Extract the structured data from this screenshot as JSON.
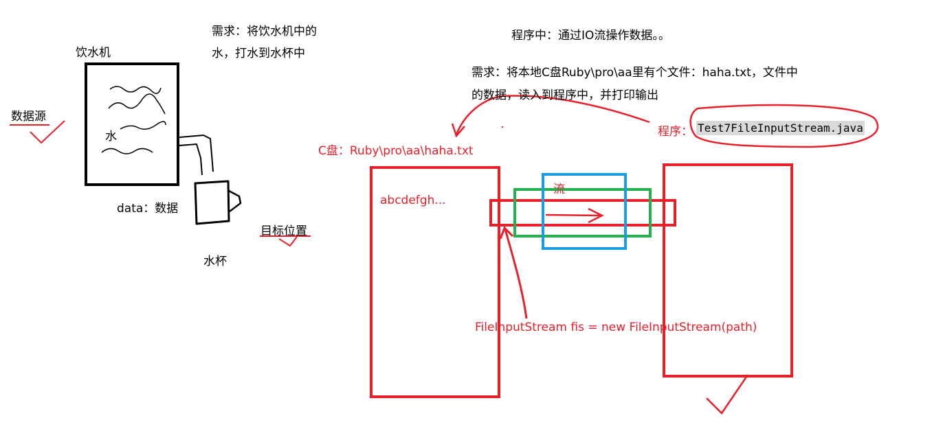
{
  "left_scene": {
    "requirement_line1": "需求：将饮水机中的",
    "requirement_line2": "水，打水到水杯中",
    "dispenser_label": "饮水机",
    "water_label": "水",
    "source_label": "数据源",
    "data_label": "data：数据",
    "target_label": "目标位置",
    "cup_label": "水杯"
  },
  "right_scene": {
    "intro": "程序中：通过IO流操作数据。。",
    "requirement_line1": "需求：将本地C盘Ruby\\pro\\aa里有个文件：haha.txt，文件中",
    "requirement_line2": "的数据，读入到程序中，并打印输出",
    "file_path": "C盘：Ruby\\pro\\aa\\haha.txt",
    "program_prefix": "程序：",
    "program_name": "Test7FileInputStream.java",
    "file_content": "abcdefgh...",
    "stream_label": "流",
    "code_line": "FileInputStream fis = new FileInputStream(path)"
  },
  "colors": {
    "red": "#e8202a",
    "green": "#22b14c",
    "blue": "#1b9be0",
    "black": "#000000",
    "highlight": "#d9d9d9"
  }
}
